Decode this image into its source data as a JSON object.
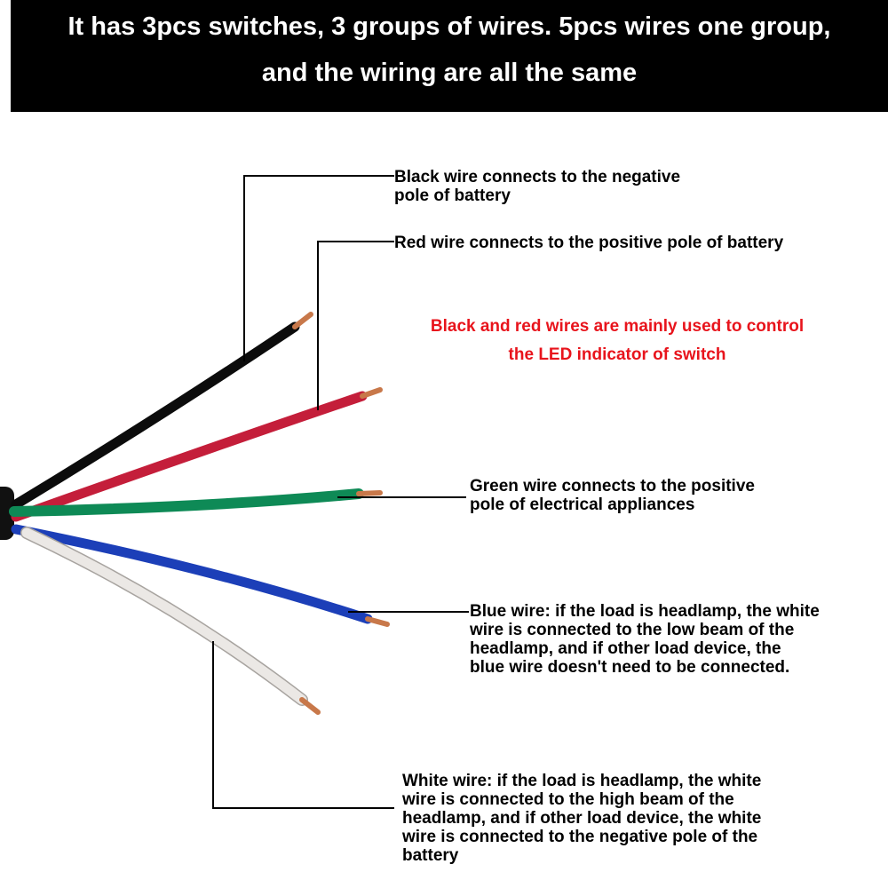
{
  "banner": {
    "line1": "It has 3pcs switches, 3 groups of wires. 5pcs wires one group,",
    "line2": "and the wiring are all the same"
  },
  "labels": {
    "black": [
      "Black wire connects to the negative",
      "pole of battery"
    ],
    "red": [
      "Red wire connects to the positive pole of battery"
    ],
    "note": [
      "Black and red wires are mainly used to control",
      "the LED indicator of switch"
    ],
    "green": [
      "Green wire connects to the positive",
      "pole of electrical appliances"
    ],
    "blue": [
      "Blue wire: if the load is headlamp, the white",
      "wire is connected to the low beam of the",
      "headlamp, and if other load device, the",
      "blue wire doesn't need to be connected."
    ],
    "white": [
      "White wire: if the load is headlamp, the white",
      "wire is connected to the high beam of the",
      "headlamp, and if other load device, the white",
      "wire is connected to the negative pole of the",
      "battery"
    ]
  },
  "colors": {
    "banner_bg": "#000000",
    "banner_text": "#ffffff",
    "note_text": "#e8141c",
    "wire_black": "#151515",
    "wire_red": "#c81e3c",
    "wire_green": "#108a55",
    "wire_blue": "#1c3fb8",
    "wire_white": "#e6e2df",
    "copper": "#c8784a"
  }
}
